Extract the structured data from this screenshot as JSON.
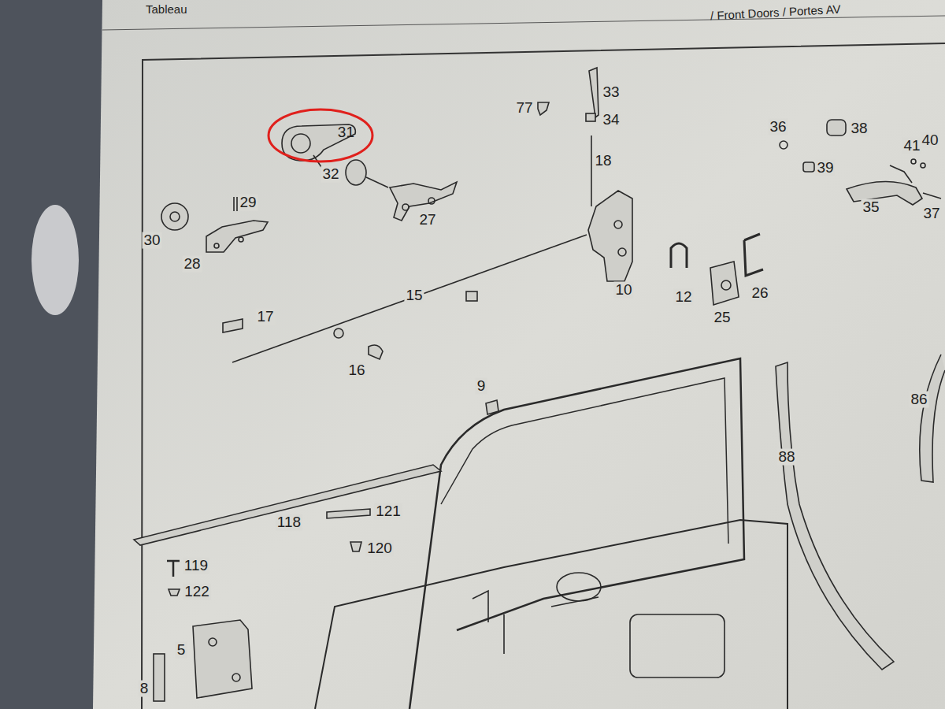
{
  "diagram": {
    "nodes": [
      {
        "text": [
          "31"
        ]
      }
    ],
    "labels": [
      "Tableau",
      "/ Front Doors / Portes AV",
      "32",
      "29",
      "30",
      "28",
      "27",
      "77",
      "33",
      "34",
      "18",
      "10",
      "12",
      "25",
      "26",
      "36",
      "38",
      "39",
      "41",
      "40",
      "35",
      "37",
      "15",
      "17",
      "16",
      "9",
      "86",
      "88",
      "118",
      "121",
      "120",
      "119",
      "122",
      "5",
      "8"
    ]
  }
}
